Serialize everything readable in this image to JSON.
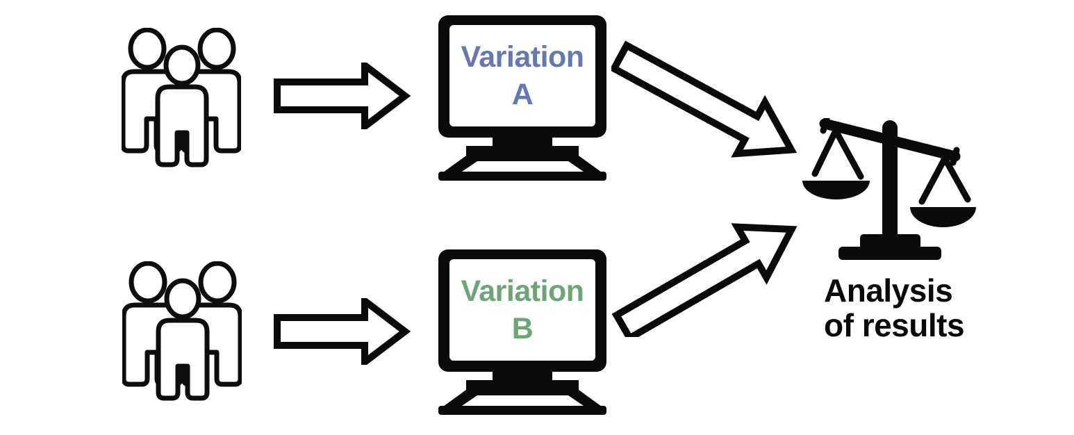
{
  "diagram": {
    "name": "ab-testing-flow-diagram",
    "background_color": "#ffffff",
    "ink_color": "#0a0a0a"
  },
  "icons": {
    "audience_top": "people-group-icon",
    "audience_bottom": "people-group-icon",
    "flow_top": "arrow-right-icon",
    "flow_bottom": "arrow-right-icon",
    "variation_a": "computer-monitor-icon",
    "variation_b": "computer-monitor-icon",
    "to_analysis_from_a": "arrow-down-right-icon",
    "to_analysis_from_b": "arrow-up-right-icon",
    "analysis": "balance-scale-icon"
  },
  "monitors": [
    {
      "label_line1": "Variation",
      "label_line2": "A",
      "label_color": "#6678b2"
    },
    {
      "label_line1": "Variation",
      "label_line2": "B",
      "label_color": "#6ea478"
    }
  ],
  "analysis": {
    "caption_line1": "Analysis",
    "caption_line2": "of results"
  },
  "colors": {
    "variation_a_text": "#6678b2",
    "variation_b_text": "#6ea478",
    "outline": "#0a0a0a",
    "fill": "#ffffff"
  }
}
